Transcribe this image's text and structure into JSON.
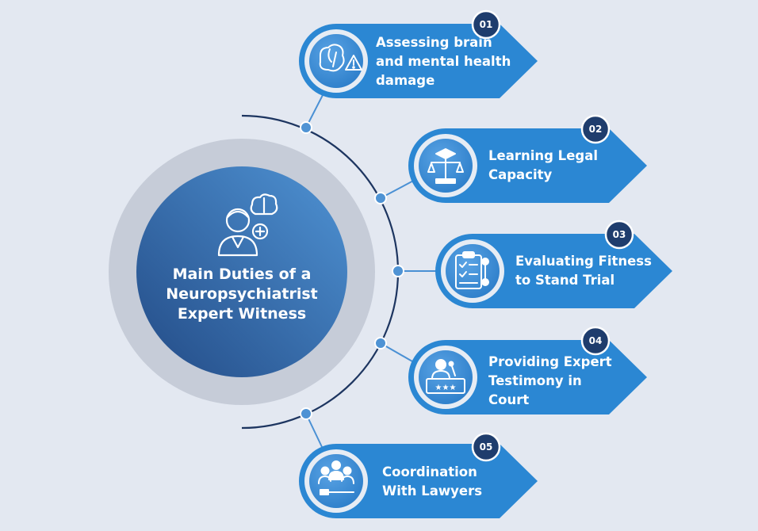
{
  "diagram": {
    "title_lines": [
      "Main Duties of a",
      "Neuropsychiatrist",
      "Expert Witness"
    ],
    "colors": {
      "background": "#e3e8f1",
      "ring": "#c5cbd7",
      "hub_dark": "#2a5591",
      "hub_light": "#4d8fd1",
      "card": "#2b87d3",
      "badge": "#1f3d6d",
      "arc": "#1d3560",
      "connector": "#4a90d4"
    },
    "steps": [
      {
        "number": "01",
        "label_lines": [
          "Assessing brain",
          "and mental health",
          "damage"
        ],
        "icon": "brain-warning-icon"
      },
      {
        "number": "02",
        "label_lines": [
          "Learning Legal",
          "Capacity"
        ],
        "icon": "scales-graduation-cap-icon"
      },
      {
        "number": "03",
        "label_lines": [
          "Evaluating Fitness",
          "to Stand Trial"
        ],
        "icon": "clipboard-checklist-icon"
      },
      {
        "number": "04",
        "label_lines": [
          "Providing Expert",
          "Testimony in",
          "Court"
        ],
        "icon": "witness-stand-icon"
      },
      {
        "number": "05",
        "label_lines": [
          "Coordination",
          "With Lawyers"
        ],
        "icon": "lawyers-gavel-icon"
      }
    ]
  }
}
